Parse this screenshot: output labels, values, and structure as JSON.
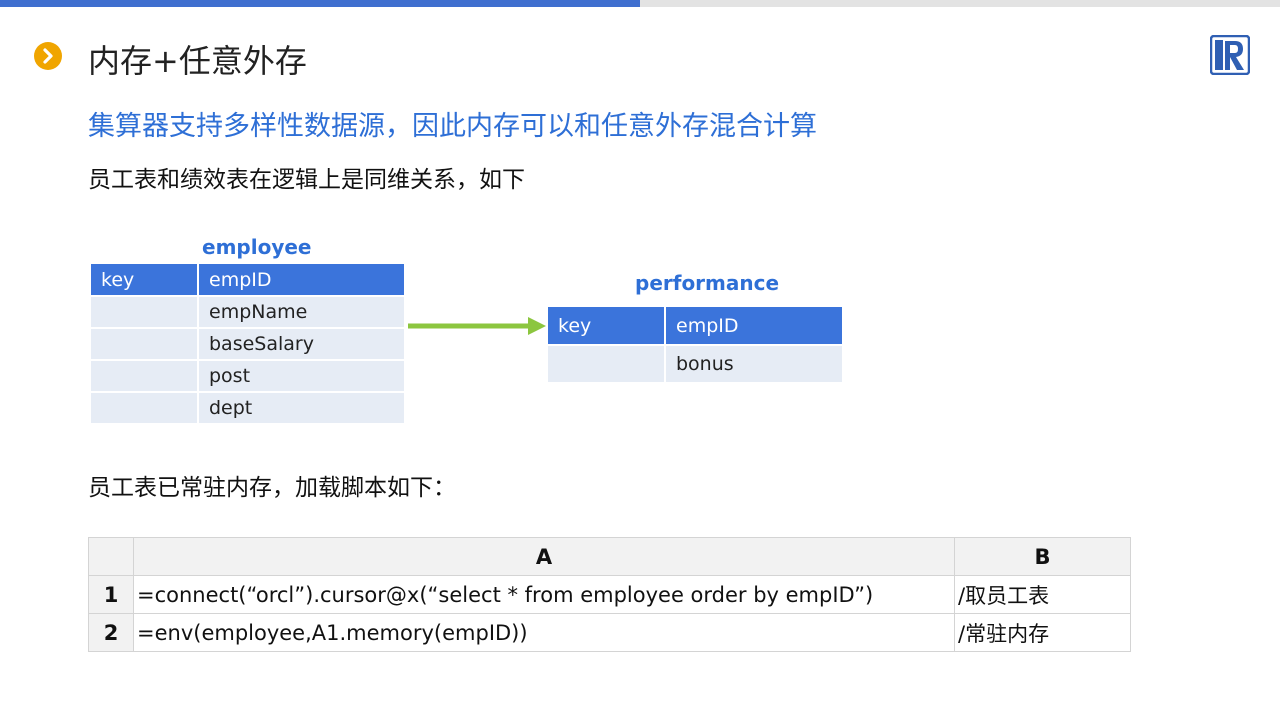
{
  "slide": {
    "title": "内存+任意外存",
    "subtitle": "集算器支持多样性数据源，因此内存可以和任意外存混合计算",
    "intro": "员工表和绩效表在逻辑上是同维关系，如下",
    "load_note": "员工表已常驻内存，加载脚本如下："
  },
  "icons": {
    "bullet": "chevron-right-icon",
    "logo": "raqsoft-logo-icon"
  },
  "colors": {
    "accent_blue": "#3b74db",
    "title_blue": "#2e6fd6",
    "bullet_orange": "#f0a500",
    "arrow_green": "#8cc63f"
  },
  "employee": {
    "caption": "employee",
    "rows": [
      {
        "key": "key",
        "field": "empID"
      },
      {
        "key": "",
        "field": "empName"
      },
      {
        "key": "",
        "field": "baseSalary"
      },
      {
        "key": "",
        "field": "post"
      },
      {
        "key": "",
        "field": "dept"
      }
    ]
  },
  "performance": {
    "caption": "performance",
    "rows": [
      {
        "key": "key",
        "field": "empID"
      },
      {
        "key": "",
        "field": "bonus"
      }
    ]
  },
  "script": {
    "columns": [
      "",
      "A",
      "B"
    ],
    "rows": [
      {
        "num": "1",
        "a": "=connect(“orcl”).cursor@x(“select * from employee order by empID”)",
        "b": "/取员工表"
      },
      {
        "num": "2",
        "a": "=env(employee,A1.memory(empID))",
        "b": "/常驻内存"
      }
    ]
  }
}
